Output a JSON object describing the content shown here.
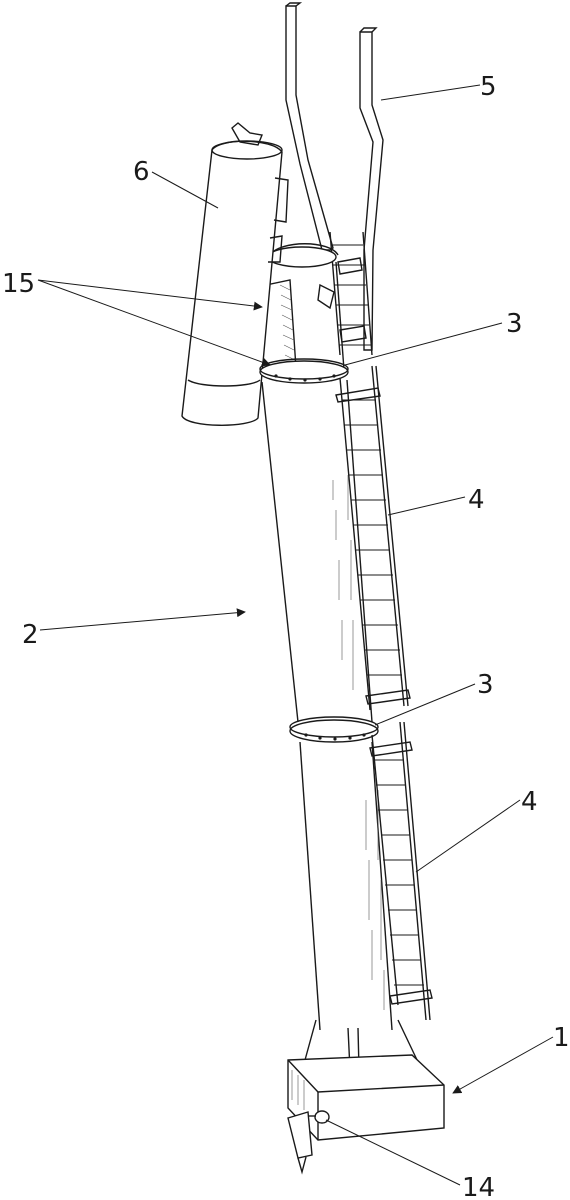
{
  "figure": {
    "labels": {
      "l1": "1",
      "l2": "2",
      "l3a": "3",
      "l3b": "3",
      "l4a": "4",
      "l4b": "4",
      "l5": "5",
      "l6": "6",
      "l14": "14",
      "l15": "15"
    }
  }
}
